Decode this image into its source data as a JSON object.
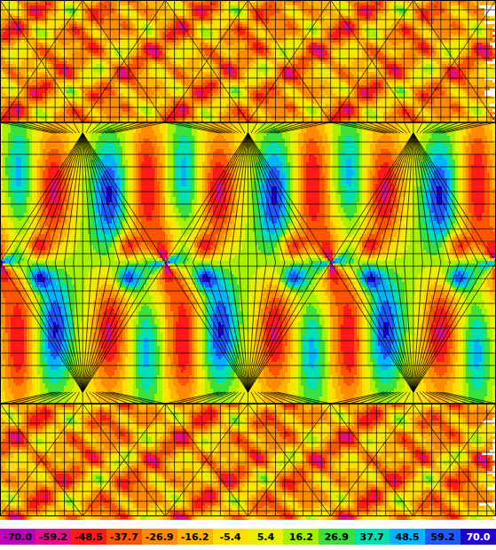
{
  "diagram": {
    "legend": [
      {
        "text": "-70.0",
        "color": "#c000c0"
      },
      {
        "text": "-59.2",
        "color": "#e0108a"
      },
      {
        "text": "-48.5",
        "color": "#ff1a1a"
      },
      {
        "text": "-37.7",
        "color": "#ff5500"
      },
      {
        "text": "-26.9",
        "color": "#ff8c00"
      },
      {
        "text": "-16.2",
        "color": "#ffb400"
      },
      {
        "text": "-5.4",
        "color": "#ffde00"
      },
      {
        "text": "5.4",
        "color": "#e6f000"
      },
      {
        "text": "16.2",
        "color": "#a6f000"
      },
      {
        "text": "26.9",
        "color": "#3ce03c"
      },
      {
        "text": "37.7",
        "color": "#00e0b0"
      },
      {
        "text": "48.5",
        "color": "#00b4ff"
      },
      {
        "text": "59.2",
        "color": "#1e5aff"
      },
      {
        "text": "70.0",
        "color": "#2000d0"
      }
    ]
  }
}
